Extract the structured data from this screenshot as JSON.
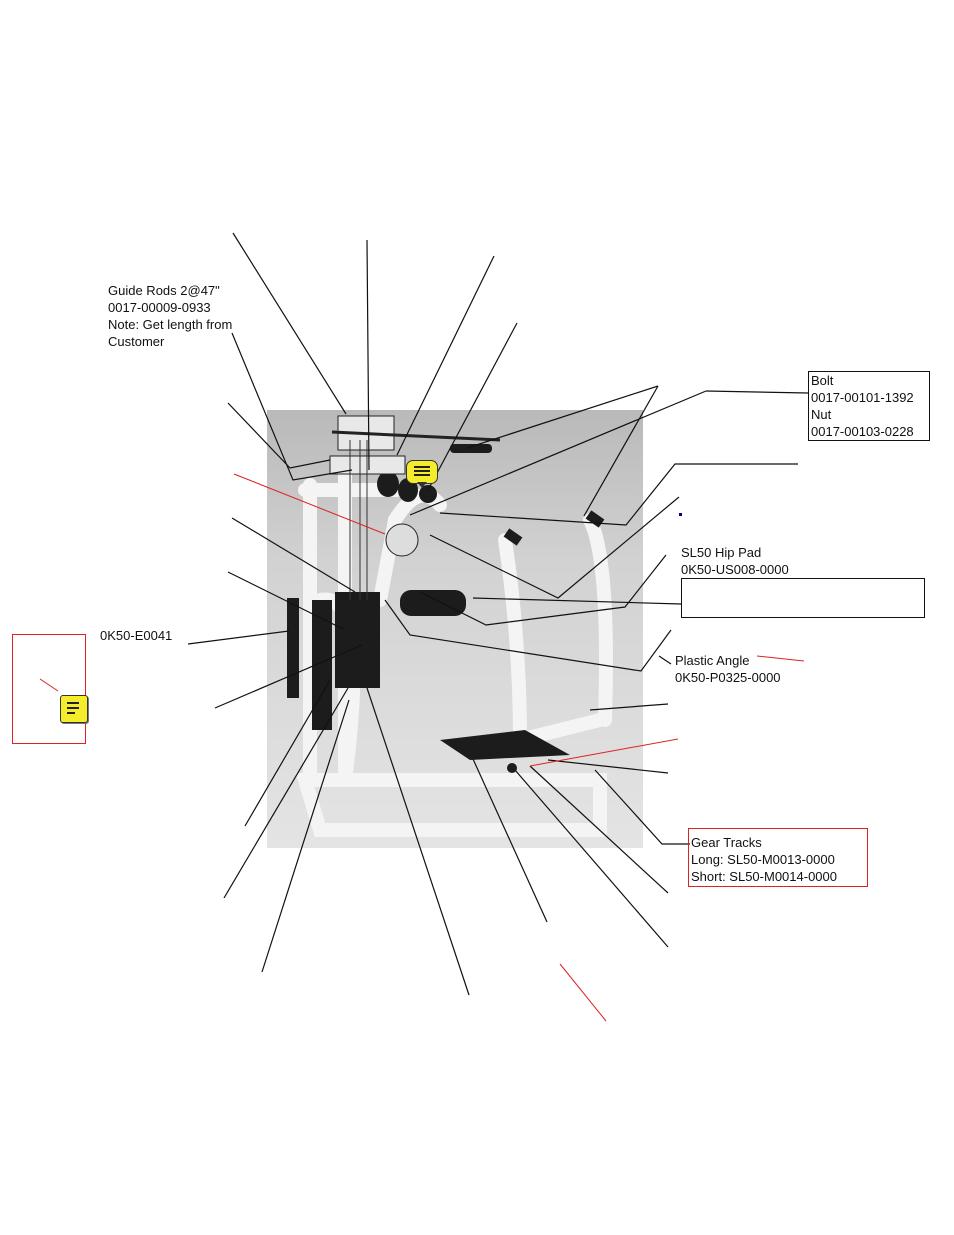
{
  "labels": {
    "guide_rods": "Guide Rods 2@47\"\n0017-00009-0933\nNote: Get length from\nCustomer",
    "bolt_nut": "Bolt\n0017-00101-1392\nNut\n0017-00103-0228",
    "hip_pad": "SL50 Hip Pad\n0K50-US008-0000",
    "e0041": "0K50-E0041",
    "plastic_angle": "Plastic Angle\n0K50-P0325-0000",
    "gear_tracks": "Gear Tracks\nLong: SL50-M0013-0000\nShort: SL50-M0014-0000"
  },
  "colors": {
    "leader_line": "#111111",
    "markup_red": "#dd2222",
    "note_yellow": "#f5ec2c",
    "photo_frame": "#eeeeee",
    "machine_dark": "#1c1c1c"
  },
  "annotations": [
    {
      "name": "comment-note-icon",
      "icon": "sticky-note-icon"
    },
    {
      "name": "speech-note-icon",
      "icon": "speech-bubble-icon"
    }
  ]
}
